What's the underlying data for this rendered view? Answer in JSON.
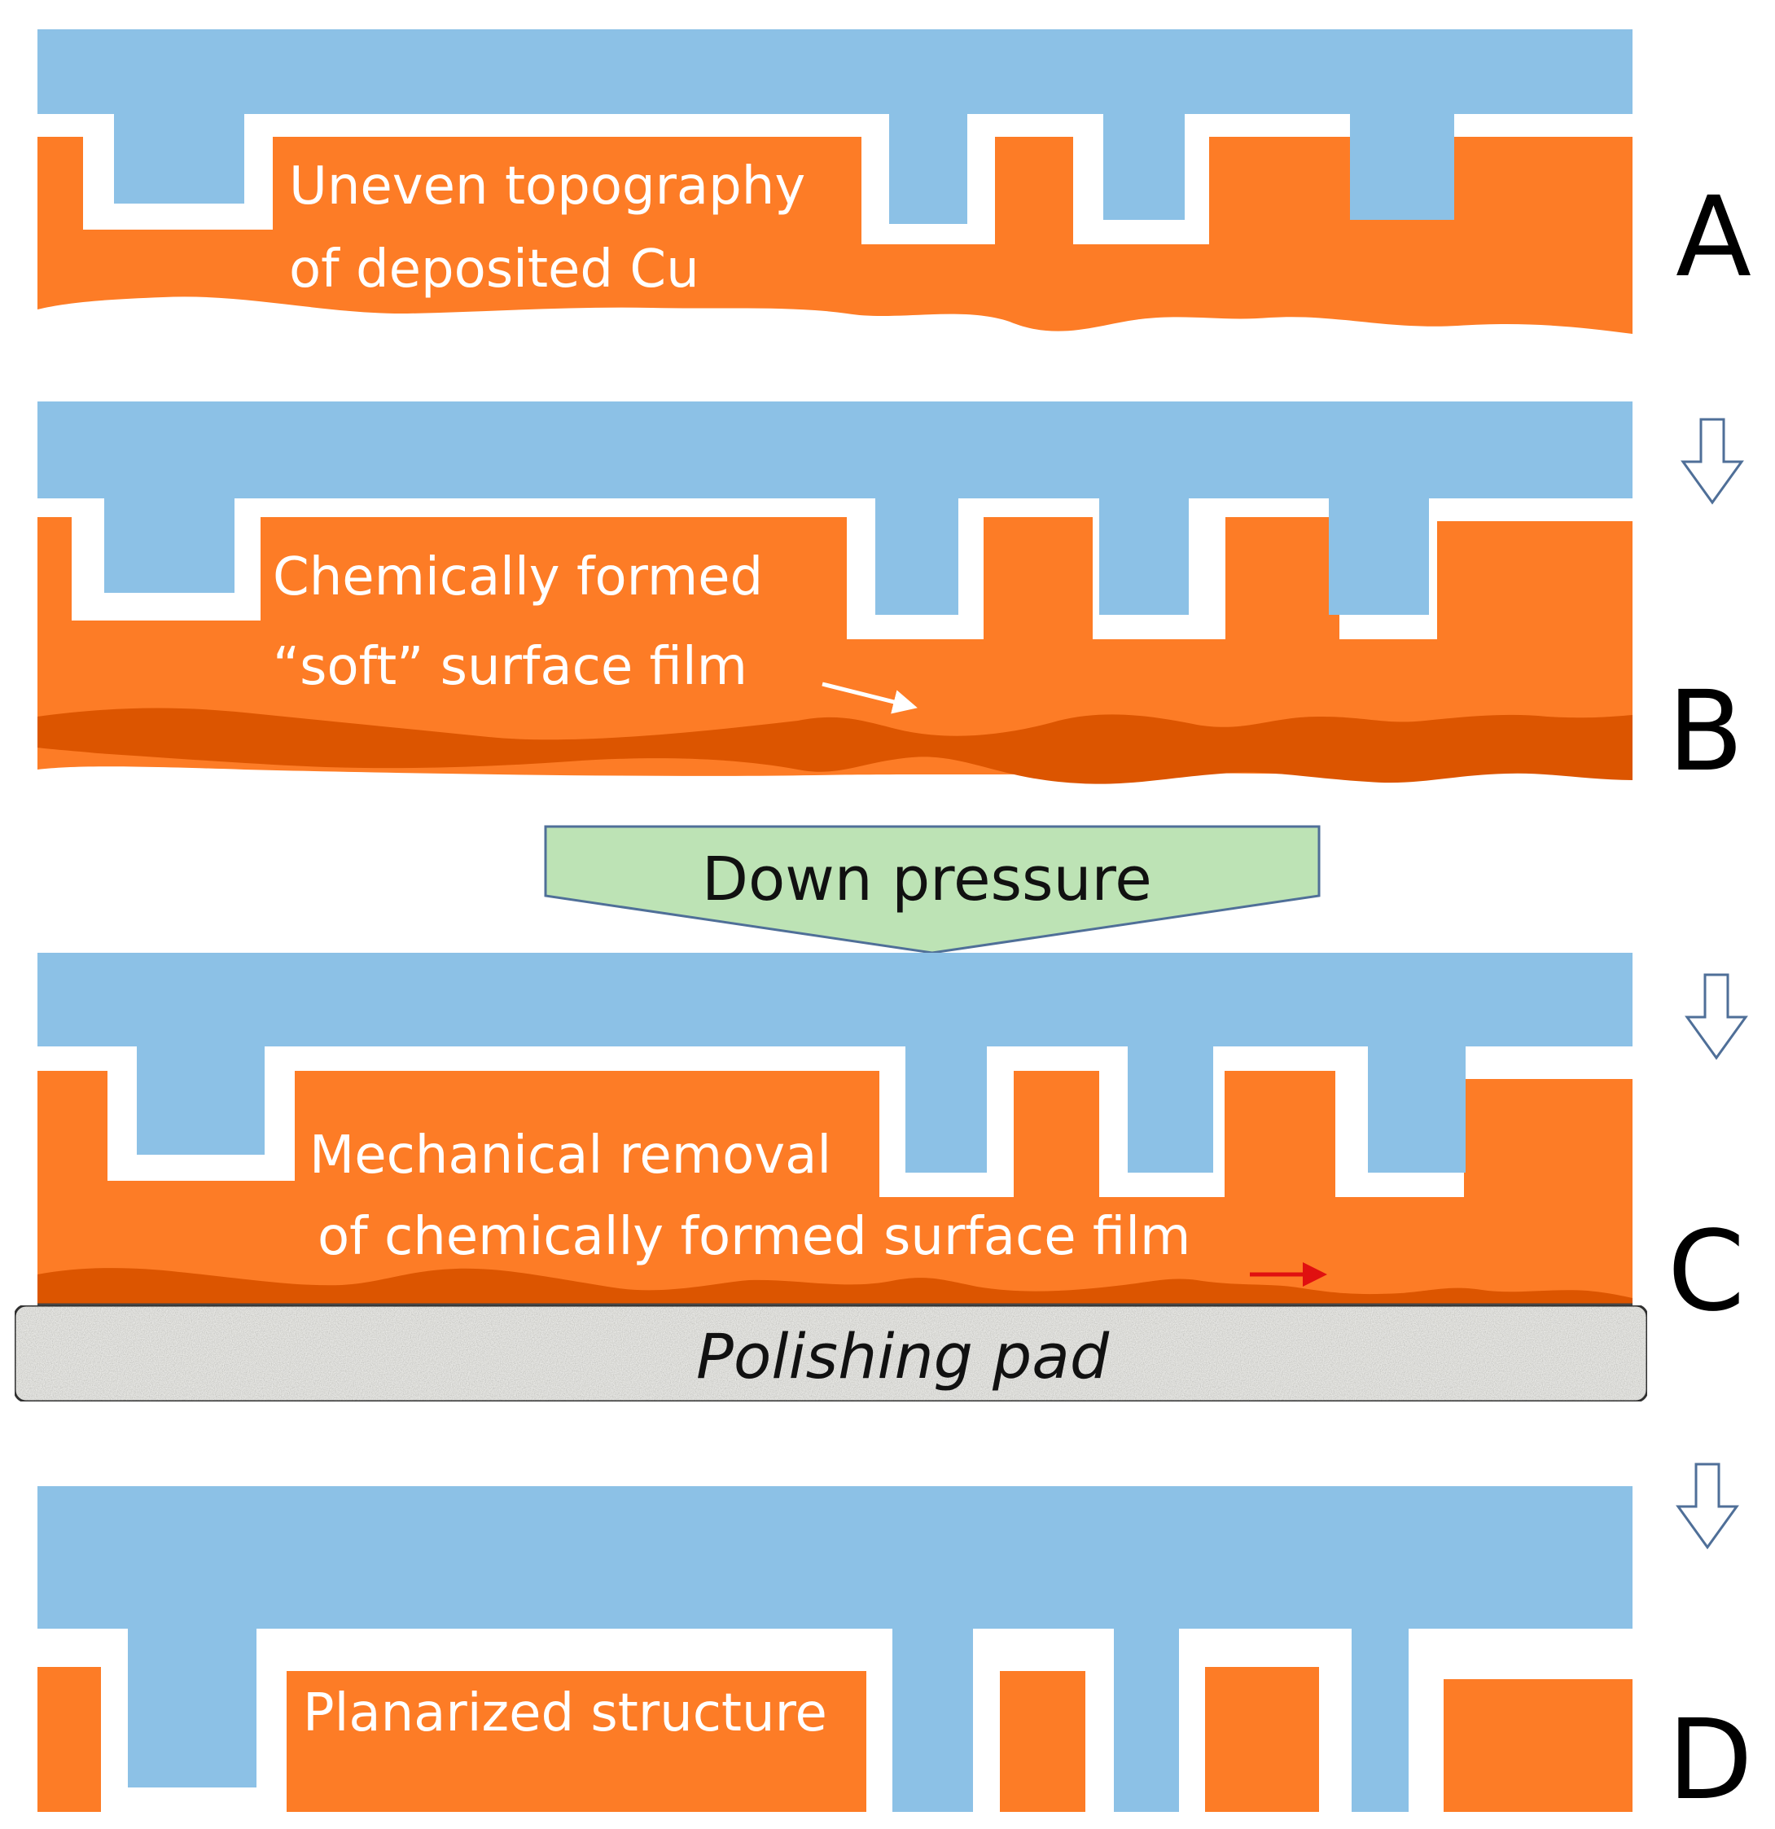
{
  "colors": {
    "dielectric": "#8cc1e6",
    "copper": "#fd7c26",
    "soft_film": "#dc5500",
    "pressure_fill": "#bde3b5",
    "pressure_stroke": "#4f6f98",
    "pad_fill": "#e7e7e4",
    "arrow_white": "#ffffff",
    "arrow_red": "#e01010"
  },
  "steps": [
    {
      "letter": "A",
      "label_lines": [
        "Uneven  topography",
        "of deposited  Cu"
      ]
    },
    {
      "letter": "B",
      "label_lines": [
        "Chemically formed",
        "“soft” surface  film"
      ]
    },
    {
      "letter": "C",
      "label_lines": [
        "Mechanical removal",
        "of chemically formed  surface film"
      ]
    },
    {
      "letter": "D",
      "label_lines": [
        "Planarized structure"
      ]
    }
  ],
  "down_pressure": "Down pressure",
  "polishing_pad": "Polishing pad",
  "icons": {
    "step_arrow": "hollow-down-arrow-icon",
    "film_pointer": "arrow-icon"
  }
}
